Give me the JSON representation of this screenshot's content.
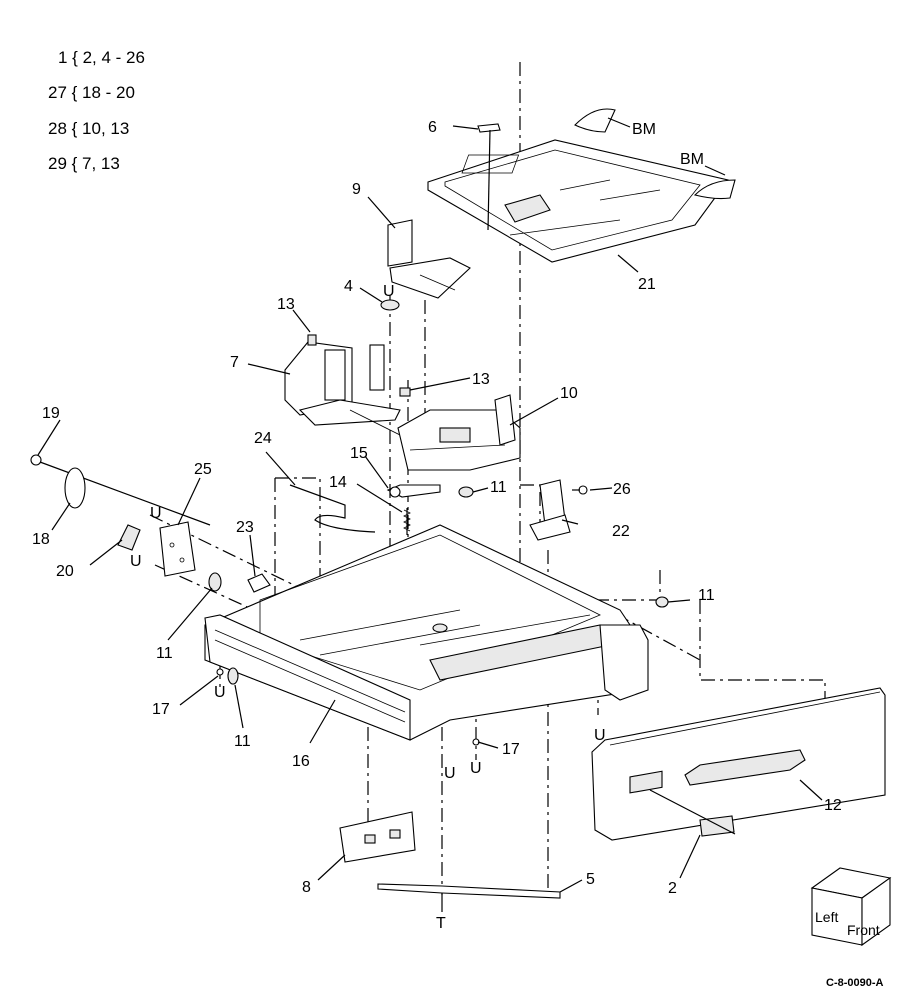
{
  "kits": [
    {
      "id": "1",
      "contents": "1 { 2, 4 - 26"
    },
    {
      "id": "27",
      "contents": "27 { 18 - 20"
    },
    {
      "id": "28",
      "contents": "28 { 10, 13"
    },
    {
      "id": "29",
      "contents": "29 { 7, 13"
    }
  ],
  "callouts": {
    "c2": "2",
    "c4": "4",
    "c5": "5",
    "c6": "6",
    "c7": "7",
    "c8": "8",
    "c9": "9",
    "c10": "10",
    "c11a": "11",
    "c11b": "11",
    "c11c": "11",
    "c11d": "11",
    "c12": "12",
    "c13a": "13",
    "c13b": "13",
    "c14": "14",
    "c15": "15",
    "c16": "16",
    "c17a": "17",
    "c17b": "17",
    "c18": "18",
    "c19": "19",
    "c20": "20",
    "c21": "21",
    "c22": "22",
    "c23": "23",
    "c24": "24",
    "c25": "25",
    "c26": "26"
  },
  "connectors": {
    "bm1": "BM",
    "bm2": "BM",
    "u1": "U",
    "u2": "U",
    "u3": "U",
    "u4": "U",
    "u5": "U",
    "u6": "U",
    "u7": "U",
    "t1": "T"
  },
  "orientation": {
    "left": "Left",
    "front": "Front"
  },
  "doc_code": "C-8-0090-A"
}
